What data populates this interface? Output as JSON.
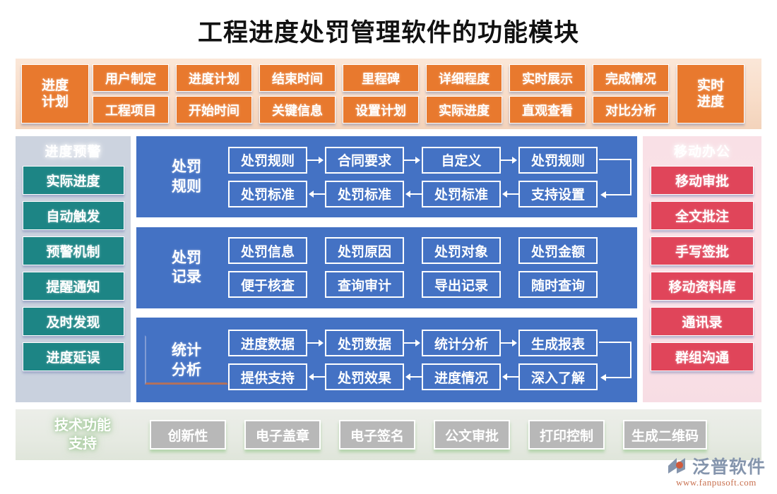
{
  "title": "工程进度处罚管理软件的功能模块",
  "colors": {
    "orange": "#e8792e",
    "blue": "#4472c4",
    "teal": "#1d8585",
    "red": "#e0455a",
    "gray": "#b8b8b8",
    "title_text": "#111111"
  },
  "top_strip": {
    "lead_tile": "进度\n计划",
    "lead_line1": "进度",
    "lead_line2": "计划",
    "columns": [
      {
        "top": "用户制定",
        "bottom": "工程项目"
      },
      {
        "top": "进度计划",
        "bottom": "开始时间"
      },
      {
        "top": "结束时间",
        "bottom": "关键信息"
      },
      {
        "top": "里程碑",
        "bottom": "设置计划"
      },
      {
        "top": "详细程度",
        "bottom": "实际进度"
      },
      {
        "top": "实时展示",
        "bottom": "直观查看"
      },
      {
        "top": "完成情况",
        "bottom": "对比分析"
      }
    ],
    "trail_line1": "实时",
    "trail_line2": "进度"
  },
  "left_column": {
    "heading": "进度预警",
    "items": [
      "实际进度",
      "自动触发",
      "预警机制",
      "提醒通知",
      "及时发现",
      "进度延误"
    ]
  },
  "center_blocks": [
    {
      "label_line1": "处罚",
      "label_line2": "规则",
      "selected": false,
      "row_top": [
        "处罚规则",
        "合同要求",
        "自定义",
        "处罚规则"
      ],
      "row_bottom": [
        "处罚标准",
        "处罚标准",
        "处罚标准",
        "支持设置"
      ],
      "has_arrows": true,
      "has_uturn": true
    },
    {
      "label_line1": "处罚",
      "label_line2": "记录",
      "selected": false,
      "row_top": [
        "处罚信息",
        "处罚原因",
        "处罚对象",
        "处罚金额"
      ],
      "row_bottom": [
        "便于核查",
        "查询审计",
        "导出记录",
        "随时查询"
      ],
      "has_arrows": false,
      "has_uturn": false
    },
    {
      "label_line1": "统计",
      "label_line2": "分析",
      "selected": true,
      "row_top": [
        "进度数据",
        "处罚数据",
        "统计分析",
        "生成报表"
      ],
      "row_bottom": [
        "提供支持",
        "处罚效果",
        "进度情况",
        "深入了解"
      ],
      "has_arrows": true,
      "has_uturn": true
    }
  ],
  "right_column": {
    "heading": "移动办公",
    "items": [
      "移动审批",
      "全文批注",
      "手写签批",
      "移动资料库",
      "通讯录",
      "群组沟通"
    ]
  },
  "bottom_strip": {
    "label_line1": "技术功能",
    "label_line2": "支持",
    "items": [
      "创新性",
      "电子盖章",
      "电子签名",
      "公文审批",
      "打印控制",
      "生成二维码"
    ]
  },
  "logo": {
    "name": "泛普软件",
    "url": "www.fanpusoft.com"
  }
}
